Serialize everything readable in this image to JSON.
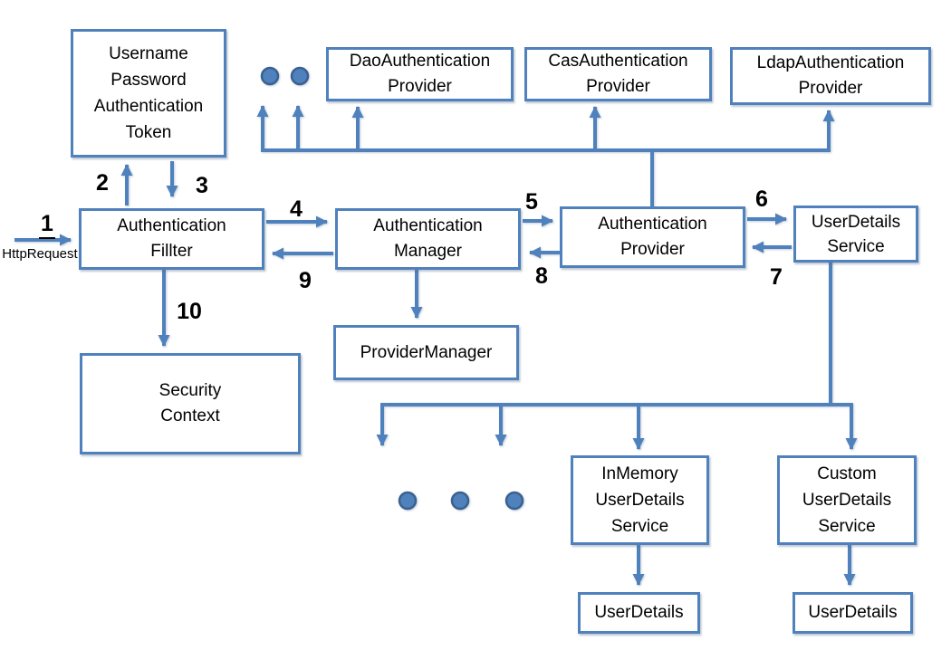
{
  "colors": {
    "accent": "#4f81bd",
    "text": "#000000",
    "background": "#ffffff"
  },
  "boxes": {
    "token": {
      "label": "Username\nPassword\nAuthentication\nToken"
    },
    "dao": {
      "label": "DaoAuthentication\nProvider"
    },
    "cas": {
      "label": "CasAuthentication\nProvider"
    },
    "ldap": {
      "label": "LdapAuthentication\nProvider"
    },
    "filter": {
      "label": "Authentication\nFillter"
    },
    "manager": {
      "label": "Authentication\nManager"
    },
    "provider": {
      "label": "Authentication\nProvider"
    },
    "user_details_service": {
      "label": "UserDetails\nService"
    },
    "provider_manager": {
      "label": "ProviderManager"
    },
    "security_context": {
      "label": "Security\nContext"
    },
    "in_memory": {
      "label": "InMemory\nUserDetails\nService"
    },
    "custom": {
      "label": "Custom\nUserDetails\nService"
    },
    "user_details_left": {
      "label": "UserDetails"
    },
    "user_details_right": {
      "label": "UserDetails"
    }
  },
  "steps": {
    "s1": "1",
    "s2": "2",
    "s3": "3",
    "s4": "4",
    "s5": "5",
    "s6": "6",
    "s7": "7",
    "s8": "8",
    "s9": "9",
    "s10": "10"
  },
  "labels": {
    "http_request": "HttpRequest"
  }
}
